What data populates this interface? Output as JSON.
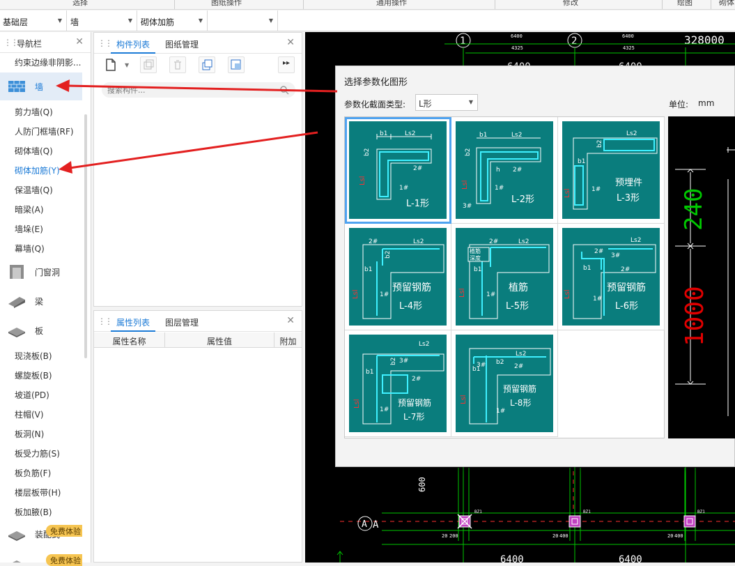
{
  "menu": {
    "items": [
      "选择",
      "图纸操作",
      "通用操作",
      "修改",
      "绘图",
      "砌体"
    ]
  },
  "selectors": {
    "floor": "基础层",
    "category": "墙",
    "element": "砌体加筋",
    "blank": ""
  },
  "nav": {
    "title": "导航栏",
    "top_item": "约束边缘非阴影...",
    "categories": {
      "wall": "墙",
      "door": "门窗洞",
      "beam": "梁",
      "slab": "板",
      "assembly": "装配式"
    },
    "wall_items": [
      "剪力墙(Q)",
      "人防门框墙(RF)",
      "砌体墙(Q)",
      "砌体加筋(Y)",
      "保温墙(Q)",
      "暗梁(A)",
      "墙垛(E)",
      "幕墙(Q)"
    ],
    "slab_items": [
      "现浇板(B)",
      "螺旋板(B)",
      "坡道(PD)",
      "柱帽(V)",
      "板洞(N)",
      "板受力筋(S)",
      "板负筋(F)",
      "楼层板带(H)",
      "板加腋(B)"
    ],
    "badge": "免费体验"
  },
  "components": {
    "tab1": "构件列表",
    "tab2": "图纸管理",
    "search_placeholder": "搜索构件..."
  },
  "properties": {
    "tab1": "属性列表",
    "tab2": "图层管理",
    "col_name": "属性名称",
    "col_value": "属性值",
    "col_extra": "附加"
  },
  "dialog": {
    "title": "选择参数化图形",
    "type_label": "参数化截面类型:",
    "type_value": "L形",
    "unit_label": "单位:",
    "unit_value": "mm",
    "shapes": [
      {
        "name": "L-1形",
        "note": ""
      },
      {
        "name": "L-2形",
        "note": ""
      },
      {
        "name": "L-3形",
        "note": "预埋件"
      },
      {
        "name": "L-4形",
        "note": "预留钢筋"
      },
      {
        "name": "L-5形",
        "note": "植筋"
      },
      {
        "name": "L-6形",
        "note": "预留钢筋"
      },
      {
        "name": "L-7形",
        "note": "预留钢筋"
      },
      {
        "name": "L-8形",
        "note": "预留钢筋"
      }
    ],
    "labels": {
      "b1": "b1",
      "b2": "b2",
      "ls2": "Ls2",
      "lsl": "Lsl",
      "r1": "1#",
      "r2": "2#",
      "r3": "3#",
      "h": "h",
      "zj": "植筋",
      "sd": "深度"
    },
    "preview_dims": [
      "240",
      "1000"
    ]
  },
  "cad": {
    "axis_top": [
      "1",
      "2"
    ],
    "axis_left": "A",
    "top_dim": "328000",
    "spans": [
      "6400",
      "6400",
      "4325",
      "4325",
      "6400",
      "6400",
      "6400",
      "6400"
    ],
    "small": [
      "600",
      "20",
      "200",
      "400",
      "BZ1"
    ]
  },
  "colors": {
    "teal": "#0a7d7d",
    "accent": "#1b7ad6",
    "cad_green": "#00c800",
    "cad_red": "#e00000"
  }
}
